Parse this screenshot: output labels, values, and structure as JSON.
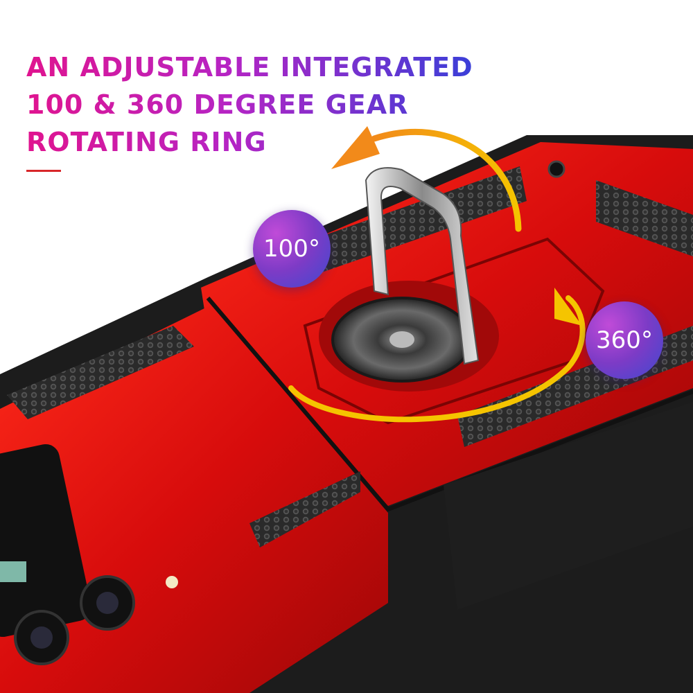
{
  "headline": {
    "lines": [
      "AN ADJUSTABLE INTEGRATED",
      "100 & 360 DEGREE GEAR",
      "ROTATING RING"
    ]
  },
  "badges": {
    "tilt": "100°",
    "rotate": "360°"
  },
  "colors": {
    "case_red": "#e01010",
    "case_black": "#1c1c1c",
    "arrow_yellow": "#f5c400",
    "arrow_orange": "#f28a1a",
    "accent_rule": "#d8262a"
  }
}
